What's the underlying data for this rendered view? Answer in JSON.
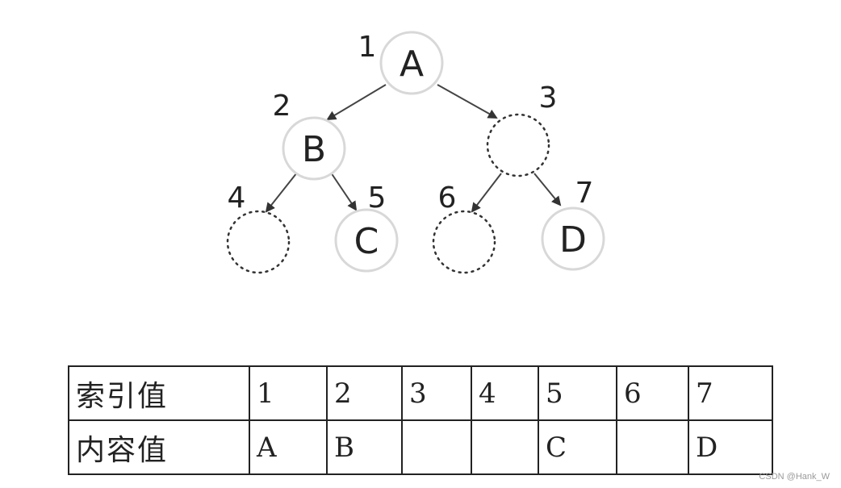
{
  "tree": {
    "nodes": [
      {
        "index": "1",
        "label": "A",
        "filled": true
      },
      {
        "index": "2",
        "label": "B",
        "filled": true
      },
      {
        "index": "3",
        "label": "",
        "filled": false
      },
      {
        "index": "4",
        "label": "",
        "filled": false
      },
      {
        "index": "5",
        "label": "C",
        "filled": true
      },
      {
        "index": "6",
        "label": "",
        "filled": false
      },
      {
        "index": "7",
        "label": "D",
        "filled": true
      }
    ],
    "edges": [
      [
        "1",
        "2"
      ],
      [
        "1",
        "3"
      ],
      [
        "2",
        "4"
      ],
      [
        "2",
        "5"
      ],
      [
        "3",
        "6"
      ],
      [
        "3",
        "7"
      ]
    ]
  },
  "table": {
    "rows": [
      {
        "header": "索引值",
        "cells": [
          "1",
          "2",
          "3",
          "4",
          "5",
          "6",
          "7"
        ]
      },
      {
        "header": "内容值",
        "cells": [
          "A",
          "B",
          "",
          "",
          "C",
          "",
          "D"
        ]
      }
    ]
  },
  "watermark": "CSDN @Hank_W"
}
